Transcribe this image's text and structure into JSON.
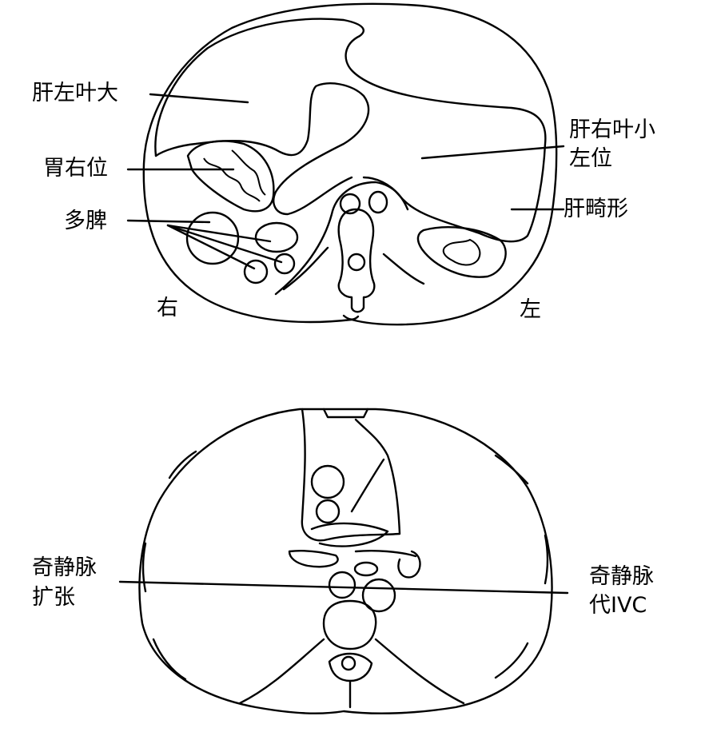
{
  "upper": {
    "labels": {
      "left_lobe": "肝左叶大",
      "stomach": "胃右位",
      "spleen": "多脾",
      "right_lobe_l1": "肝右叶小",
      "right_lobe_l2": "左位",
      "liver_shape": "肝畸形",
      "side_right": "右",
      "side_left": "左"
    }
  },
  "lower": {
    "labels": {
      "azygos_left_l1": "奇静脉",
      "azygos_left_l2": "扩张",
      "azygos_right_l1": "奇静脉",
      "azygos_right_l2": "代IVC"
    }
  }
}
